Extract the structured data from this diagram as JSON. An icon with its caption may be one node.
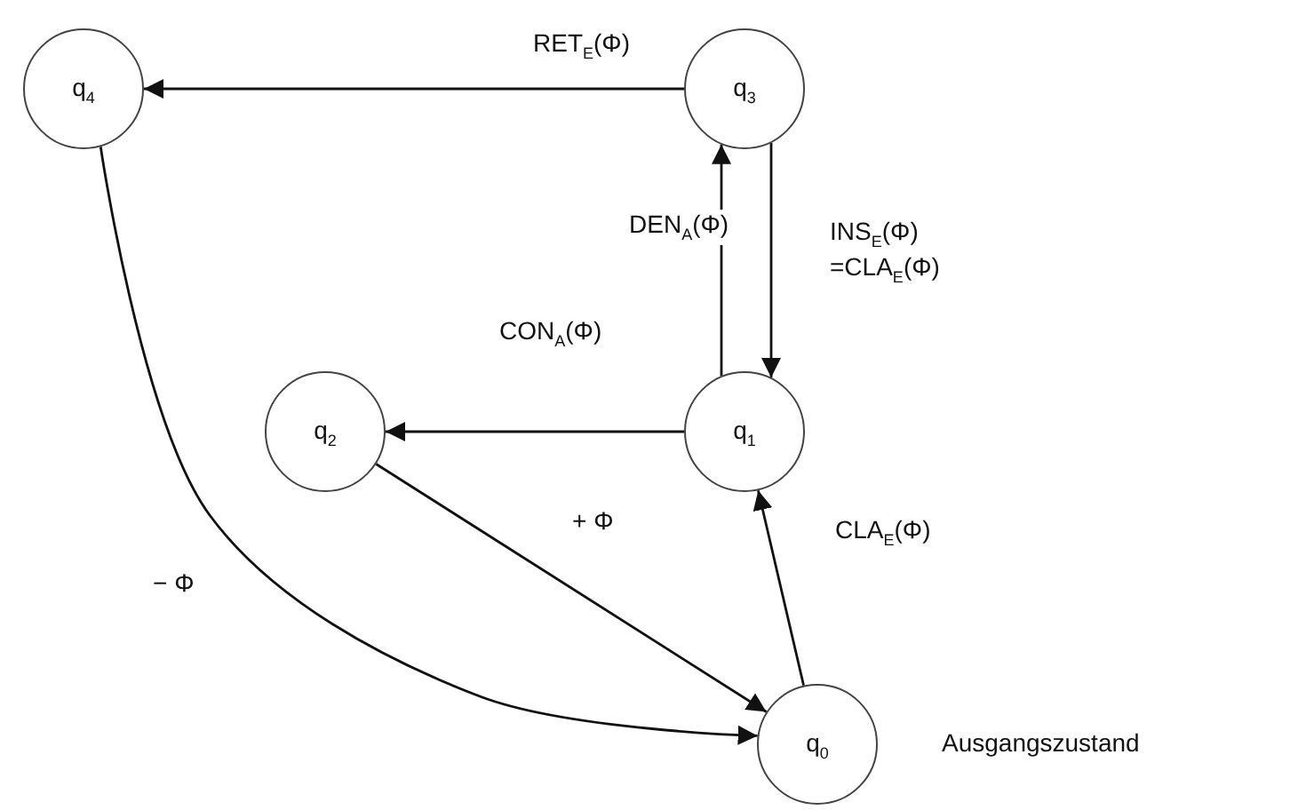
{
  "diagram": {
    "nodes": [
      {
        "text": [
          "q$_{4}$"
        ]
      },
      {
        "text": [
          "q$_{3}$"
        ]
      },
      {
        "text": [
          "q$_{2}$"
        ]
      },
      {
        "text": [
          "q$_{1}$"
        ]
      },
      {
        "text": [
          "q$_{0}$"
        ],
        "beside": [
          "Ausgangszustand"
        ]
      }
    ],
    "edges": [
      {
        "from": 1,
        "to": 0,
        "arrow": "to",
        "label": "RET$_{E}$(Φ)"
      },
      {
        "from": 3,
        "to": 1,
        "arrow": "to",
        "label": "DEN$_{A}$(Φ)"
      },
      {
        "from": 1,
        "to": 3,
        "arrow": "to",
        "label": "INS$_{E}$(Φ) =CLA$_{E}$(Φ)"
      },
      {
        "from": 3,
        "to": 2,
        "arrow": "to",
        "label": "CON$_{A}$(Φ)"
      },
      {
        "from": 2,
        "to": 4,
        "arrow": "to",
        "label": "+ Φ"
      },
      {
        "from": 4,
        "to": 3,
        "arrow": "to",
        "label": "CLA$_{E}$(Φ)"
      },
      {
        "from": 0,
        "to": 4,
        "arrow": "to",
        "label": "− Φ"
      }
    ]
  }
}
